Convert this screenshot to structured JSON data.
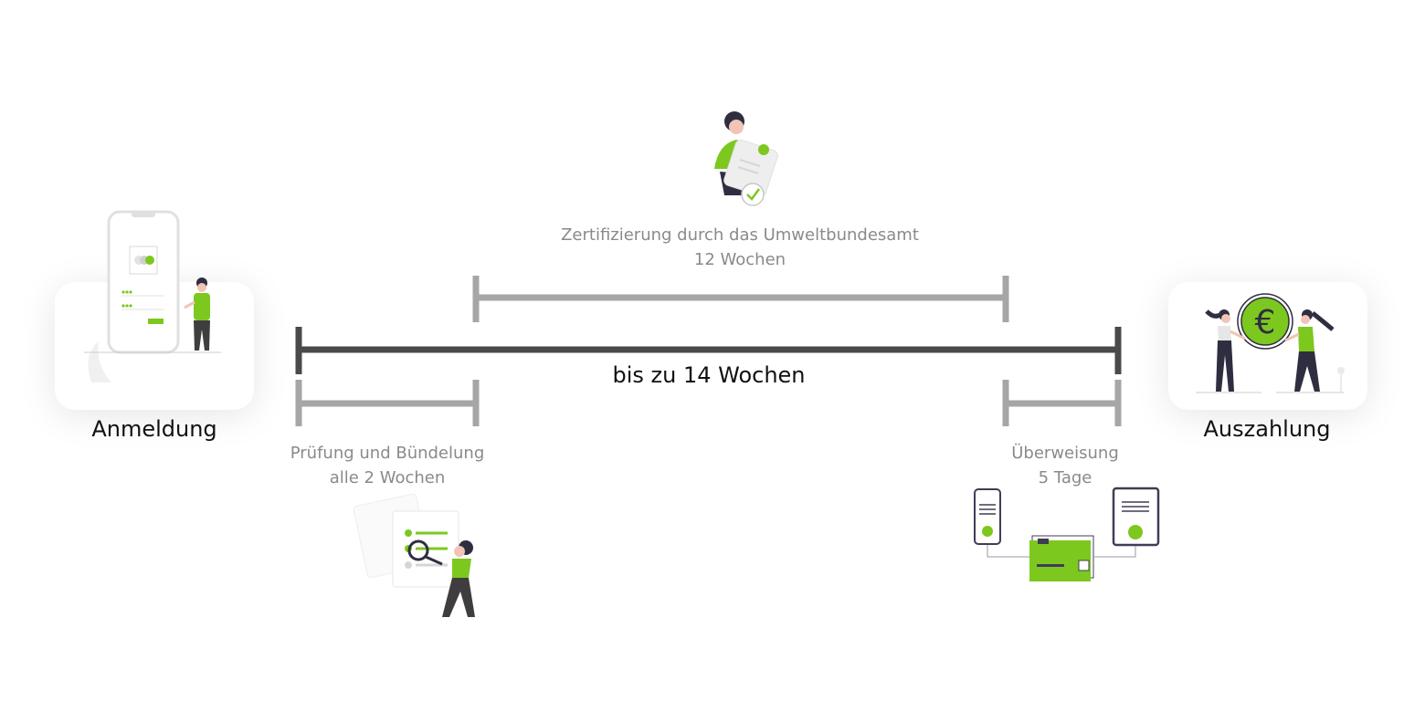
{
  "colors": {
    "accent": "#7dc81e",
    "dark": "#3f3d56",
    "bar_main": "#4a4a4a",
    "bar_stage": "#a6a6a6",
    "stage_text": "#8a8a8a"
  },
  "endpoints": {
    "start": {
      "label": "Anmeldung"
    },
    "end": {
      "label": "Auszahlung"
    }
  },
  "total": {
    "label": "bis zu 14 Wochen"
  },
  "stages": [
    {
      "title": "Zertifizierung durch das Umweltbundesamt",
      "duration": "12 Wochen"
    },
    {
      "title": "Prüfung und Bündelung",
      "duration": "alle 2 Wochen"
    },
    {
      "title": "Überweisung",
      "duration": "5 Tage"
    }
  ],
  "icons": {
    "certification": "woman-with-certified-document-icon",
    "review": "woman-with-magnifier-icon",
    "transfer": "bank-transfer-icon",
    "signup": "man-with-phone-icon",
    "payout": "two-women-with-euro-coin-icon",
    "euro_symbol": "€"
  }
}
